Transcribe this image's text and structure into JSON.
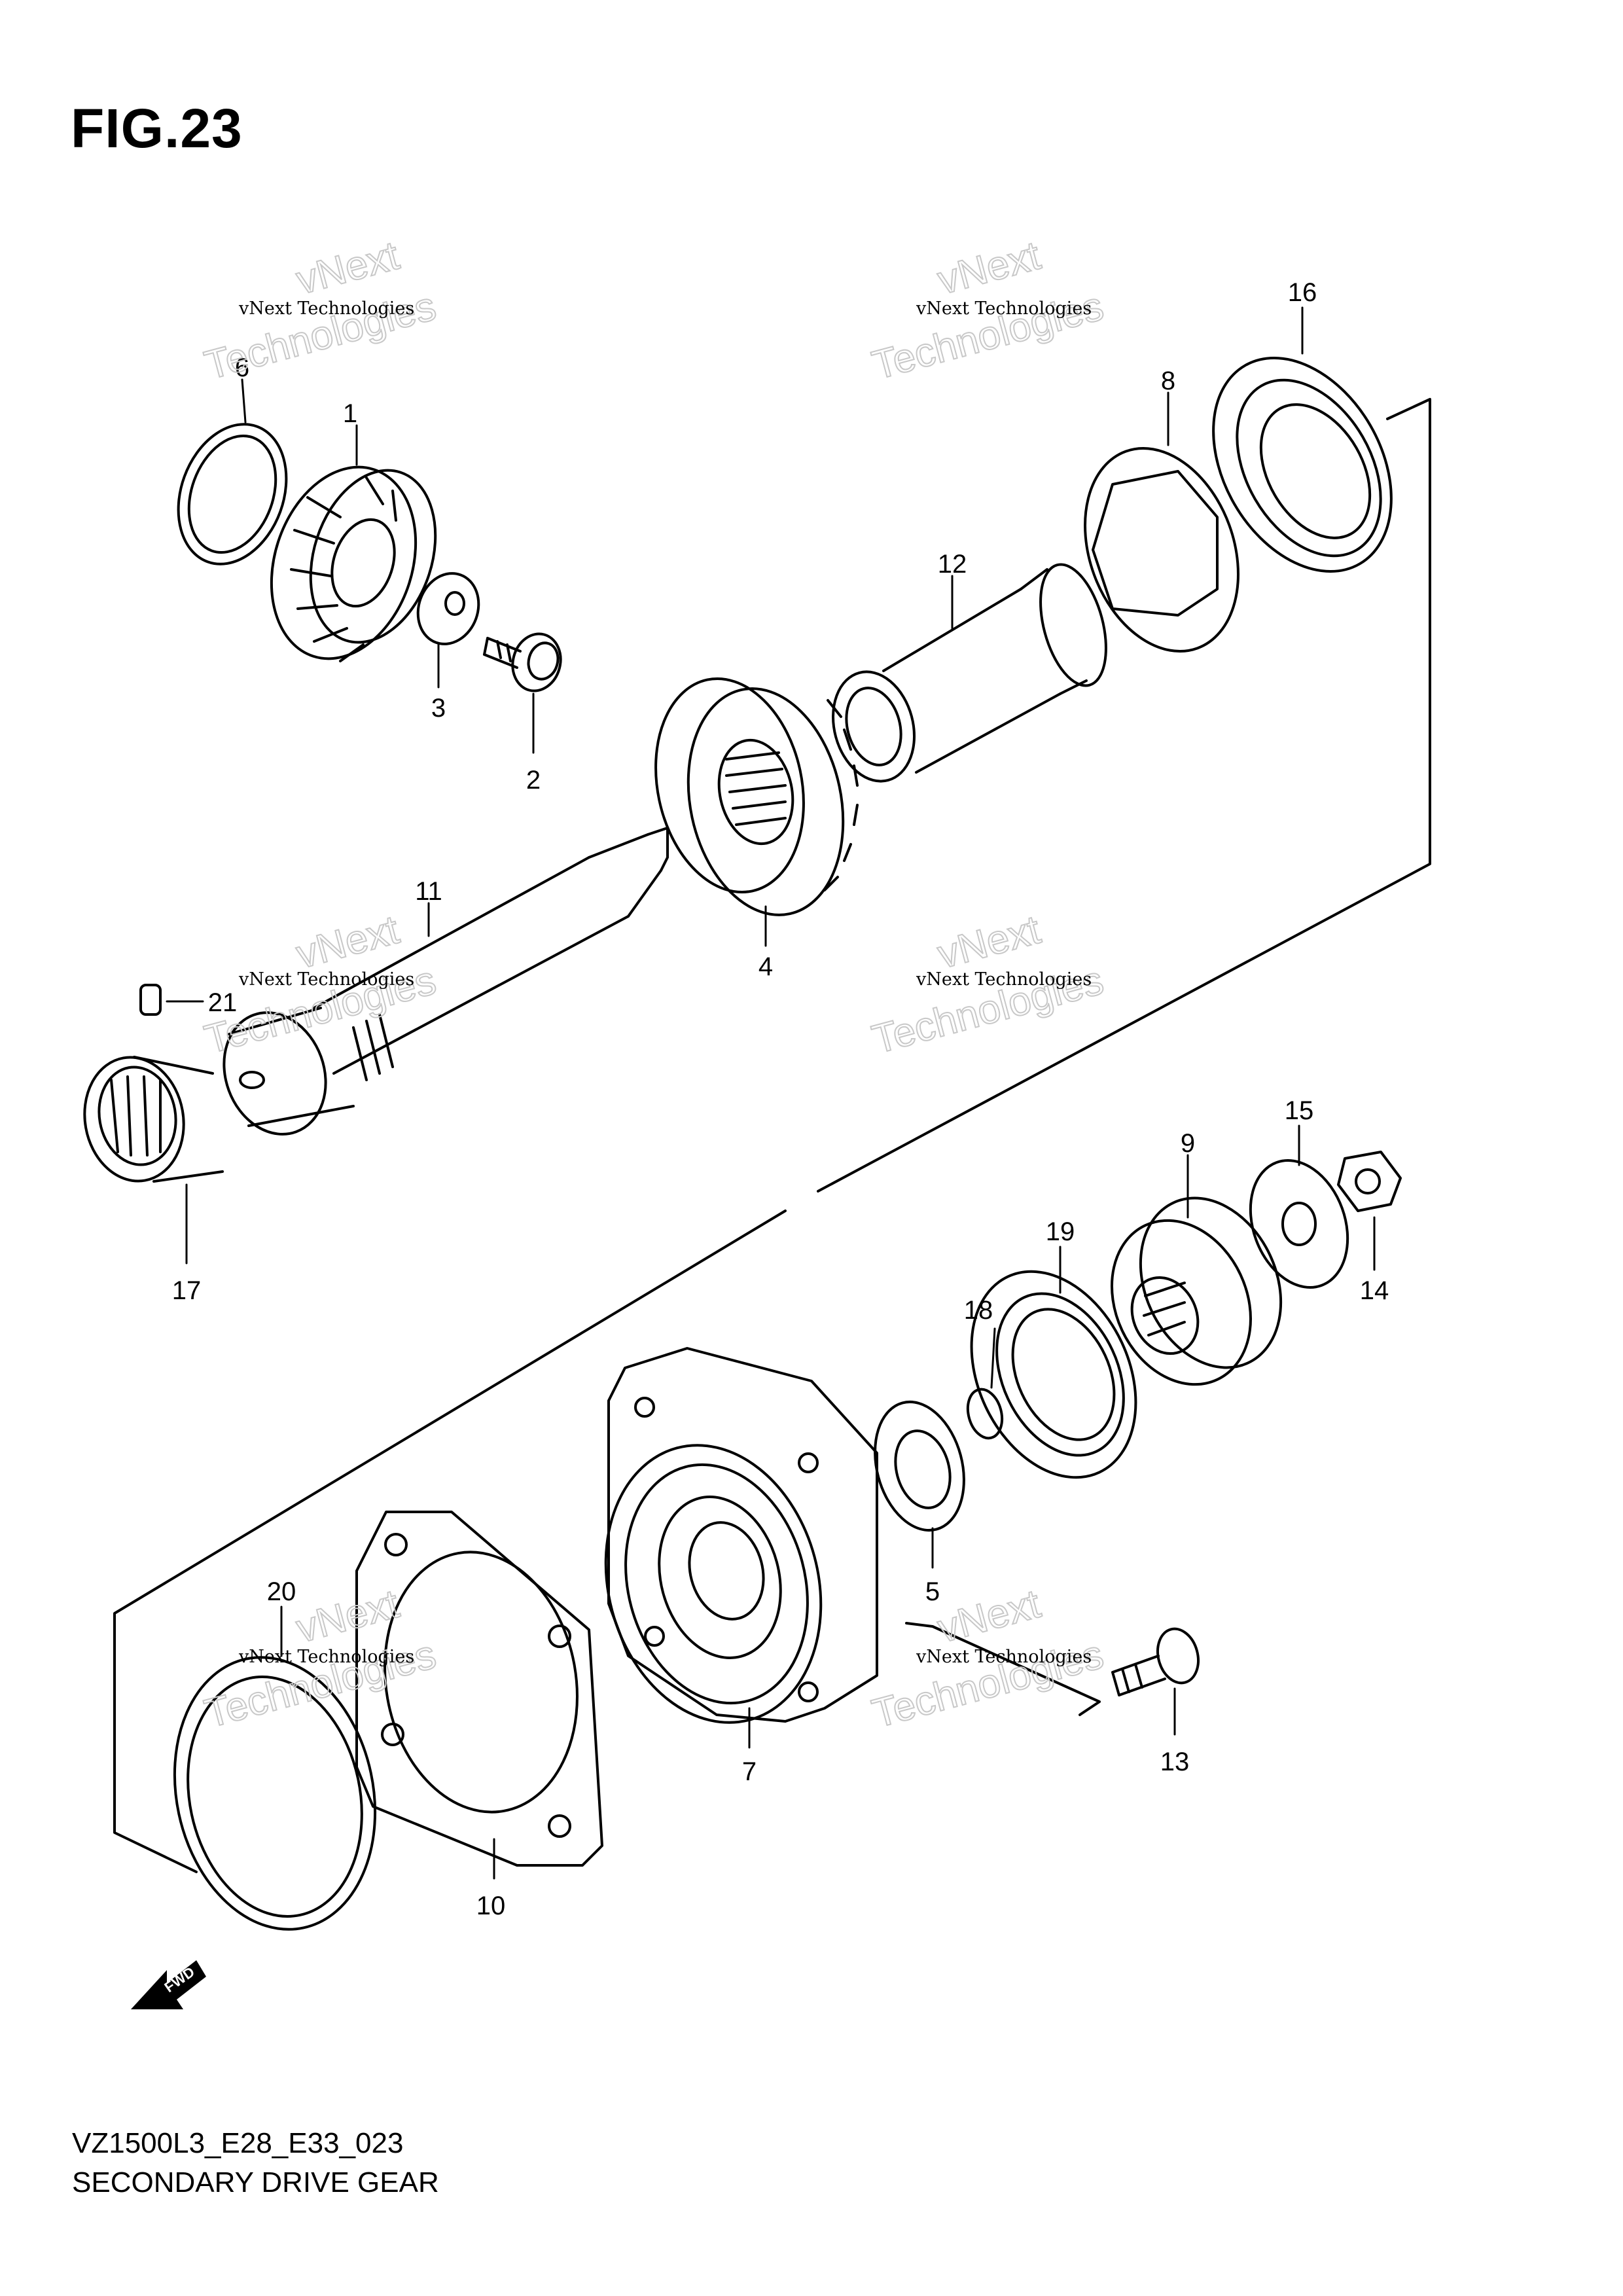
{
  "figure": {
    "title": "FIG.23"
  },
  "footer": {
    "model_code": "VZ1500L3_E28_E33_023",
    "assembly_name": "SECONDARY DRIVE GEAR"
  },
  "fwd_arrow": {
    "label": "FWD"
  },
  "watermark": {
    "line1": "vNext Technologies",
    "line2": "vNext",
    "line3": "Technologies"
  },
  "callouts": [
    "1",
    "2",
    "3",
    "4",
    "5",
    "6",
    "7",
    "8",
    "9",
    "10",
    "11",
    "12",
    "13",
    "14",
    "15",
    "16",
    "17",
    "18",
    "19",
    "20",
    "21"
  ]
}
